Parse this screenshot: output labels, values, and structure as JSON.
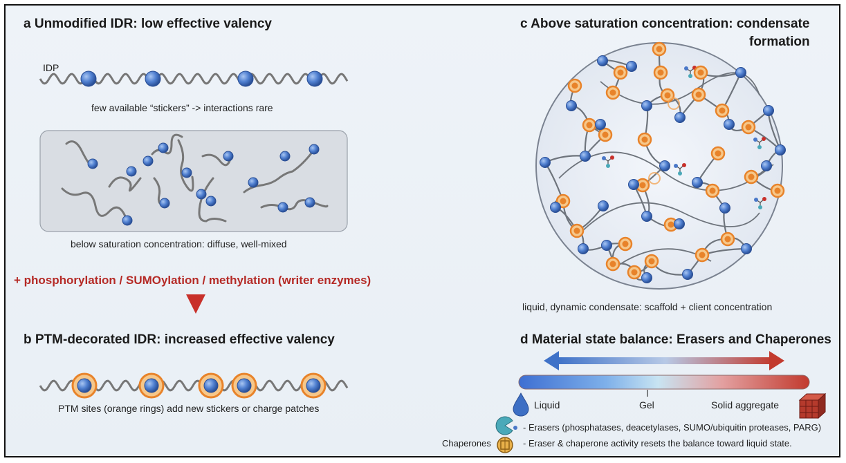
{
  "panel_a": {
    "heading": "a Unmodified IDR: low effective valency",
    "idp_label": "IDP",
    "caption_top": "few available “stickers” -> interactions rare",
    "caption_box": "below saturation concentration: diffuse, well-mixed"
  },
  "transition": {
    "label": "+ phosphorylation / SUMOylation / methylation (writer enzymes)"
  },
  "panel_b": {
    "heading": "b PTM-decorated IDR: increased effective valency",
    "caption": "PTM sites (orange rings) add new stickers or charge patches"
  },
  "panel_c": {
    "heading_line1": "c Above saturation concentration: condensate",
    "heading_line2": "formation",
    "caption": "liquid, dynamic condensate: scaffold + client concentration"
  },
  "panel_d": {
    "heading": "d Material state balance: Erasers and Chaperones",
    "scale": {
      "left": "Liquid",
      "middle": "Gel",
      "right": "Solid aggregate"
    },
    "chaperones_label": "Chaperones",
    "notes": [
      "- Erasers (phosphatases, deacetylases, SUMO/ubiquitin proteases, PARG)",
      "- Eraser & chaperone activity resets the balance toward liquid state."
    ]
  },
  "colors": {
    "sticker_blue": "#4a78c8",
    "ptm_orange": "#e8832a",
    "accent_red": "#b52a26",
    "strand_gray": "#777777"
  }
}
